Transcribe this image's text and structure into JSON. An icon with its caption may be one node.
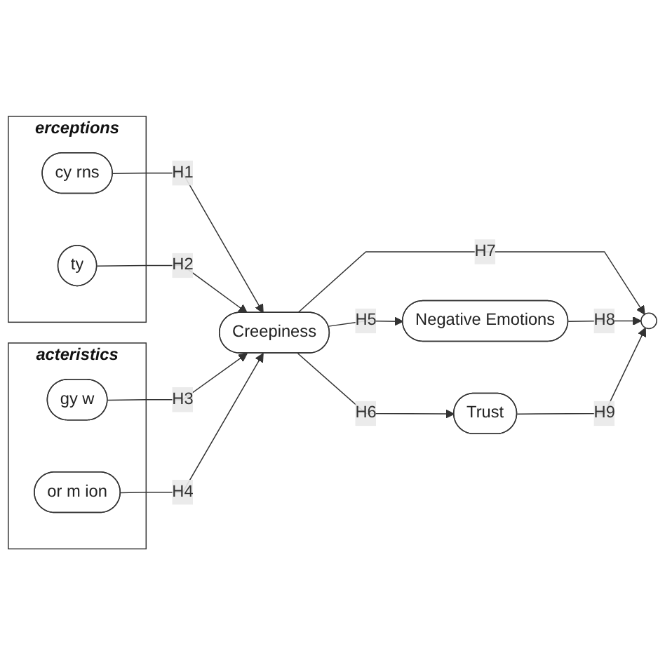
{
  "diagram": {
    "nodes": [
      {
        "text": [
          "erceptions"
        ]
      },
      {
        "text": [
          "cy rns"
        ],
        "in": 0
      },
      {
        "text": [
          "ty"
        ],
        "in": 0
      },
      {
        "text": [
          "acteristics"
        ]
      },
      {
        "text": [
          "gy w"
        ],
        "in": 3
      },
      {
        "text": [
          "or m ion"
        ],
        "in": 3
      },
      {
        "text": [
          "Creepiness"
        ]
      },
      {
        "text": [
          "Negative Emotions"
        ]
      },
      {
        "text": [
          "Trust"
        ]
      },
      {
        "text": [],
        "shape": "circle"
      }
    ],
    "edges": [
      {
        "from": 1,
        "to": 6,
        "arrow": "to",
        "label": "H1"
      },
      {
        "from": 2,
        "to": 6,
        "arrow": "to",
        "label": "H2"
      },
      {
        "from": 4,
        "to": 6,
        "arrow": "to",
        "label": "H3"
      },
      {
        "from": 5,
        "to": 6,
        "arrow": "to",
        "label": "H4"
      },
      {
        "from": 6,
        "to": 7,
        "arrow": "to",
        "label": "H5"
      },
      {
        "from": 6,
        "to": 8,
        "arrow": "to",
        "label": "H6"
      },
      {
        "from": 6,
        "to": 9,
        "arrow": "to",
        "label": "H7"
      },
      {
        "from": 7,
        "to": 9,
        "arrow": "to",
        "label": "H8"
      },
      {
        "from": 8,
        "to": 9,
        "arrow": "to",
        "label": "H9"
      }
    ]
  }
}
